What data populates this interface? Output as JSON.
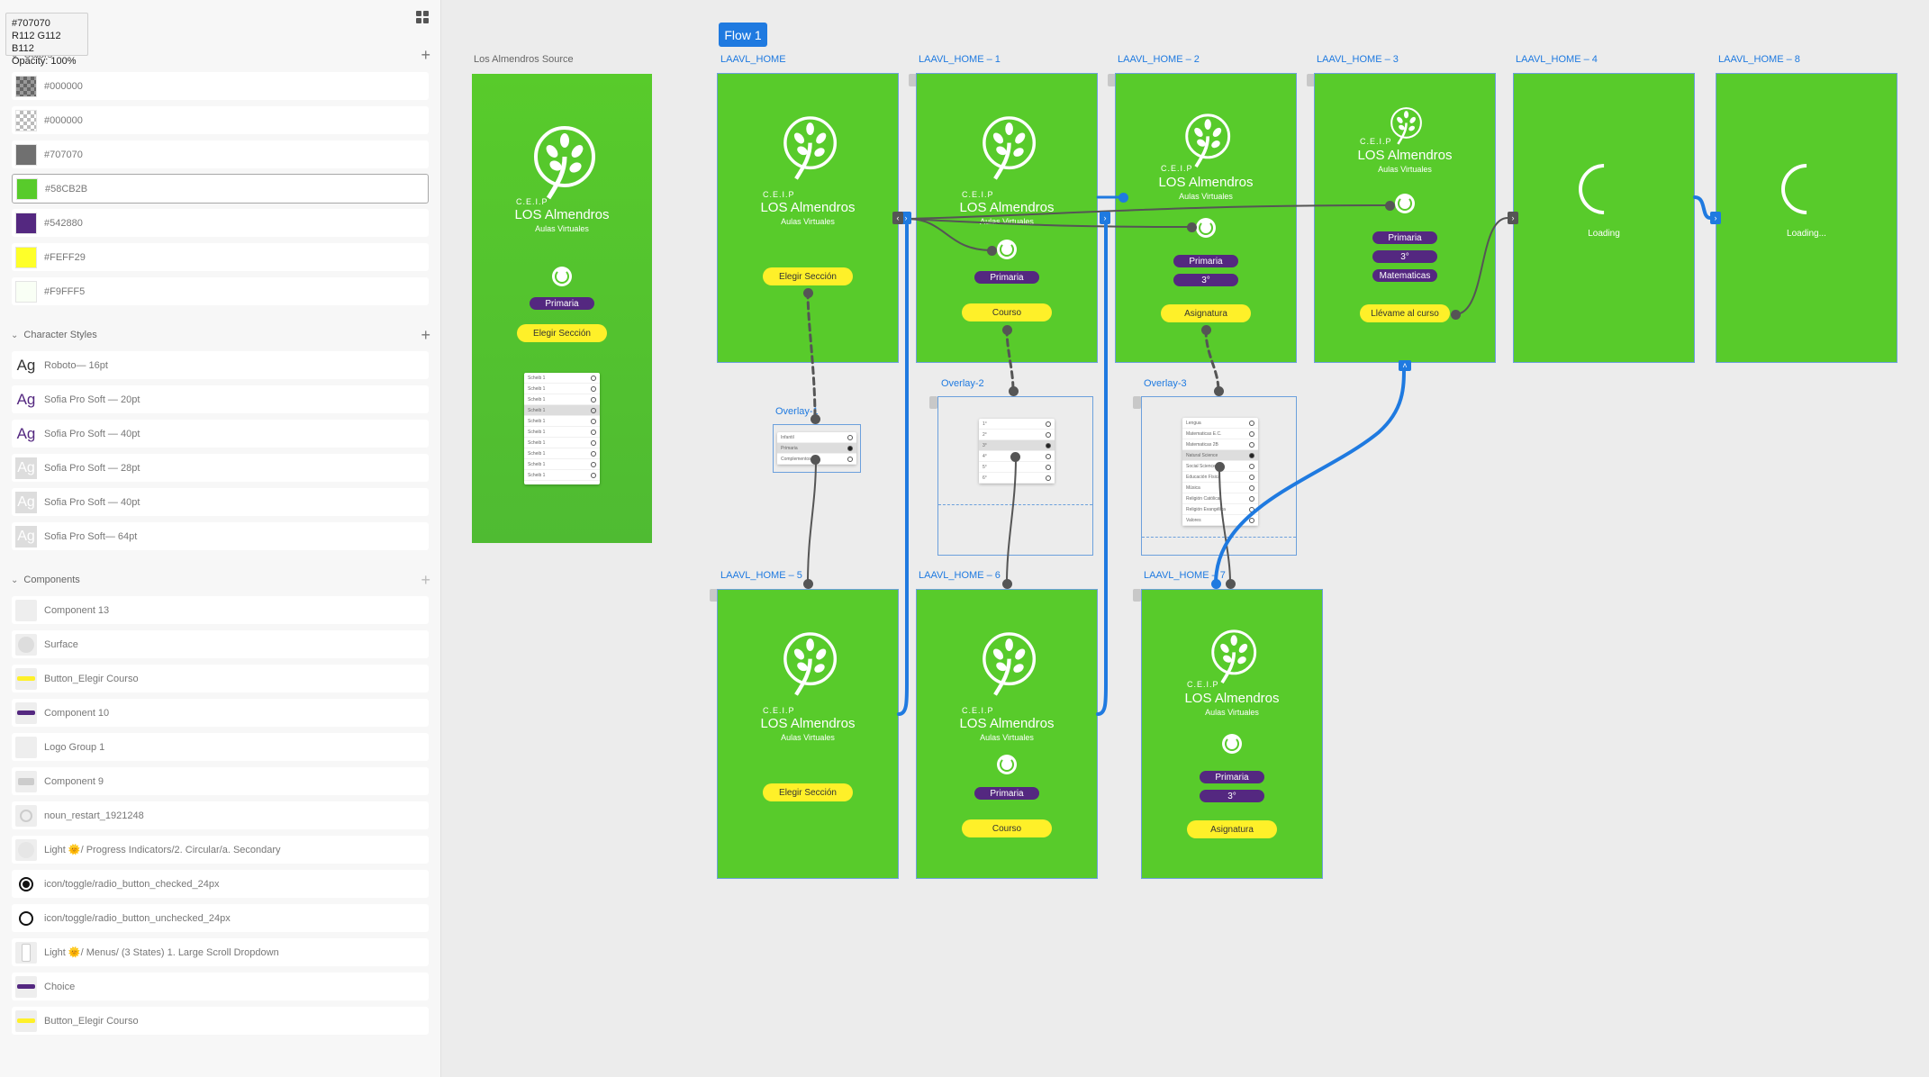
{
  "tooltip": {
    "hex": "#707070",
    "rgb": "R112 G112 B112",
    "opacity": "Opacity: 100%"
  },
  "colors": {
    "title": "Colors",
    "items": [
      {
        "label": "#000000",
        "swatch": "#000000"
      },
      {
        "label": "#000000",
        "swatch": "#000000"
      },
      {
        "label": "#707070",
        "swatch": "#707070"
      },
      {
        "label": "#58CB2B",
        "swatch": "#58CB2B"
      },
      {
        "label": "#542880",
        "swatch": "#542880"
      },
      {
        "label": "#FEFF29",
        "swatch": "#FEFF29"
      },
      {
        "label": "#F9FFF5",
        "swatch": "#F9FFF5"
      }
    ]
  },
  "character_styles": {
    "title": "Character Styles",
    "ag": "Ag",
    "items": [
      {
        "label": "Roboto— 16pt"
      },
      {
        "label": "Sofia Pro Soft — 20pt"
      },
      {
        "label": "Sofia Pro Soft — 40pt"
      },
      {
        "label": "Sofia Pro Soft — 28pt"
      },
      {
        "label": "Sofia Pro Soft — 40pt"
      },
      {
        "label": "Sofia Pro Soft— 64pt"
      }
    ]
  },
  "components": {
    "title": "Components",
    "items": [
      {
        "label": "Component 13"
      },
      {
        "label": "Surface"
      },
      {
        "label": "Button_Elegir Courso"
      },
      {
        "label": "Component 10"
      },
      {
        "label": "Logo Group 1"
      },
      {
        "label": "Component 9"
      },
      {
        "label": "noun_restart_1921248"
      },
      {
        "label": "Light 🌞/ Progress Indicators/2. Circular/a. Secondary"
      },
      {
        "label": "icon/toggle/radio_button_checked_24px"
      },
      {
        "label": "icon/toggle/radio_button_unchecked_24px"
      },
      {
        "label": "Light 🌞/ Menus/ (3 States) 1. Large Scroll Dropdown"
      },
      {
        "label": "Choice"
      },
      {
        "label": "Button_Elegir Courso"
      }
    ]
  },
  "canvas": {
    "flow_label": "Flow 1",
    "source_label": "Los Almendros Source",
    "brand": {
      "ceip": "C.E.I.P",
      "name": "LOS Almendros",
      "sub": "Aulas Virtuales"
    },
    "artboards": {
      "home": "LAAVL_HOME",
      "home1": "LAAVL_HOME – 1",
      "home2": "LAAVL_HOME – 2",
      "home3": "LAAVL_HOME – 3",
      "home4": "LAAVL_HOME – 4",
      "home8": "LAAVL_HOME – 8",
      "home5": "LAAVL_HOME – 5",
      "home6": "LAAVL_HOME – 6",
      "home7": "LAAVL_HOME – 7"
    },
    "overlays": {
      "o1": "Overlay-1",
      "o2": "Overlay-2",
      "o3": "Overlay-3"
    },
    "buttons": {
      "elegir_seccion": "Elegir Sección",
      "primaria": "Primaria",
      "courso": "Courso",
      "asignatura": "Asignatura",
      "tercero": "3°",
      "matematicas": "Matematicas",
      "llevame": "Llévame al curso"
    },
    "loading": {
      "l4": "Loading",
      "l8": "Loading..."
    },
    "overlay1_items": [
      "Infantil",
      "Primaria",
      "Complementos"
    ],
    "overlay2_items": [
      "1°",
      "2°",
      "3°",
      "4°",
      "5°",
      "6°"
    ],
    "overlay3_items": [
      "Lengua",
      "Matematicas E.C.",
      "Matematicas 2B",
      "Natural Science",
      "Social Science",
      "Educación Física",
      "Música",
      "Religión Católica",
      "Religión Evangélica",
      "Valores"
    ],
    "source_items": [
      "Scheib 1",
      "Scheib 1",
      "Scheib 1",
      "Scheib 1",
      "Scheib 1",
      "Scheib 1",
      "Scheib 1",
      "Scheib 1",
      "Scheib 1",
      "Scheib 1"
    ]
  },
  "theme": {
    "green": "#58CB2B",
    "purple": "#542880",
    "yellow": "#FEF029",
    "wire_grey": "#555555",
    "wire_blue": "#1F7AE0"
  }
}
